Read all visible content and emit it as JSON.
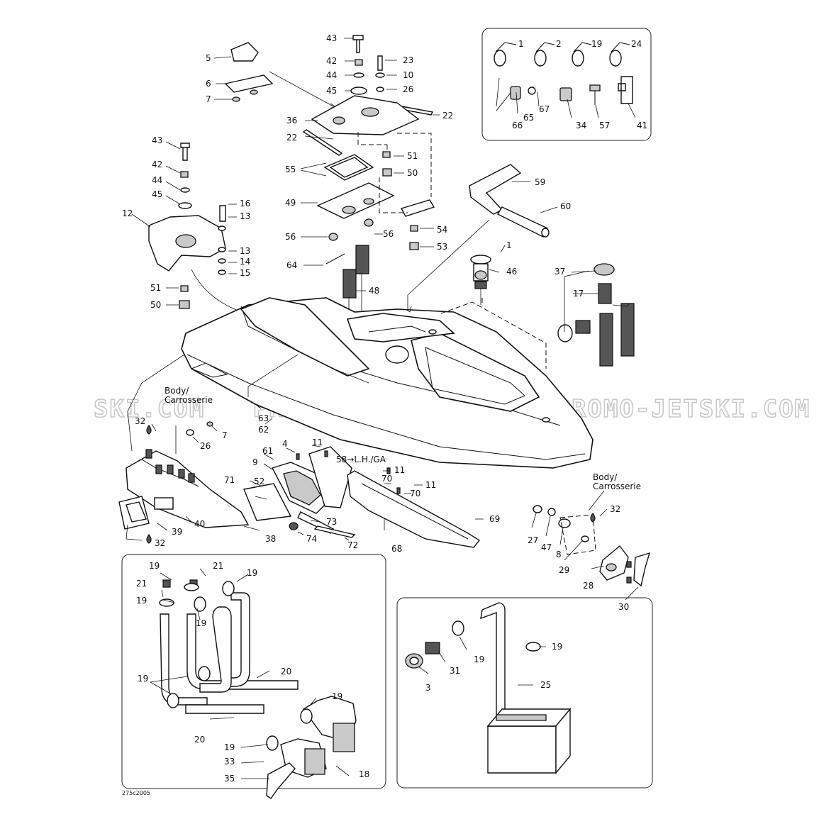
{
  "diagram_code": "275c2005",
  "watermark": "SKI.COM   PROMO-JETSKI.COM   PROMO-JETSKI.COM",
  "notes": {
    "body_top": "Body/\nCarrosserie",
    "body_right": "Body/\nCarrosserie",
    "lh_ga": "58→L.H./GA"
  },
  "labels": {
    "p1a": "1",
    "p2": "2",
    "p19a": "19",
    "p24": "24",
    "p66": "66",
    "p65": "65",
    "p67": "67",
    "p34": "34",
    "p57": "57",
    "p41": "41",
    "p43a": "43",
    "p42a": "42",
    "p44a": "44",
    "p45a": "45",
    "p23": "23",
    "p10": "10",
    "p26a": "26",
    "p5": "5",
    "p6": "6",
    "p7a": "7",
    "p36": "36",
    "p22a": "22",
    "p22b": "22",
    "p51a": "51",
    "p55": "55",
    "p50a": "50",
    "p49": "49",
    "p54": "54",
    "p56a": "56",
    "p56b": "56",
    "p53": "53",
    "p64": "64",
    "p48": "48",
    "p43b": "43",
    "p42b": "42",
    "p44b": "44",
    "p45b": "45",
    "p16": "16",
    "p13a": "13",
    "p12": "12",
    "p13b": "13",
    "p14": "14",
    "p15": "15",
    "p51b": "51",
    "p50b": "50",
    "p59": "59",
    "p60": "60",
    "p1b": "1",
    "p46": "46",
    "p37": "37",
    "p17": "17",
    "p32a": "32",
    "p26b": "26",
    "p7b": "7",
    "p63": "63",
    "p62": "62",
    "p11a": "11",
    "p4": "4",
    "p61": "61",
    "p9": "9",
    "p11b": "11",
    "p70a": "70",
    "p11c": "11",
    "p70b": "70",
    "p71": "71",
    "p52": "52",
    "p73": "73",
    "p74": "74",
    "p72": "72",
    "p68": "68",
    "p69": "69",
    "p39": "39",
    "p40": "40",
    "p38": "38",
    "p32b": "32",
    "p32c": "32",
    "p27": "27",
    "p47": "47",
    "p8": "8",
    "p29": "29",
    "p28": "28",
    "p30": "30",
    "p19b": "19",
    "p21a": "21",
    "p19c": "19",
    "p21b": "21",
    "p19d": "19",
    "p19e": "19",
    "p20a": "20",
    "p19f": "19",
    "p19g": "19",
    "p20b": "20",
    "p19h": "19",
    "p33": "33",
    "p35": "35",
    "p18": "18",
    "p19i": "19",
    "p3": "3",
    "p31": "31",
    "p19j": "19",
    "p25": "25"
  }
}
